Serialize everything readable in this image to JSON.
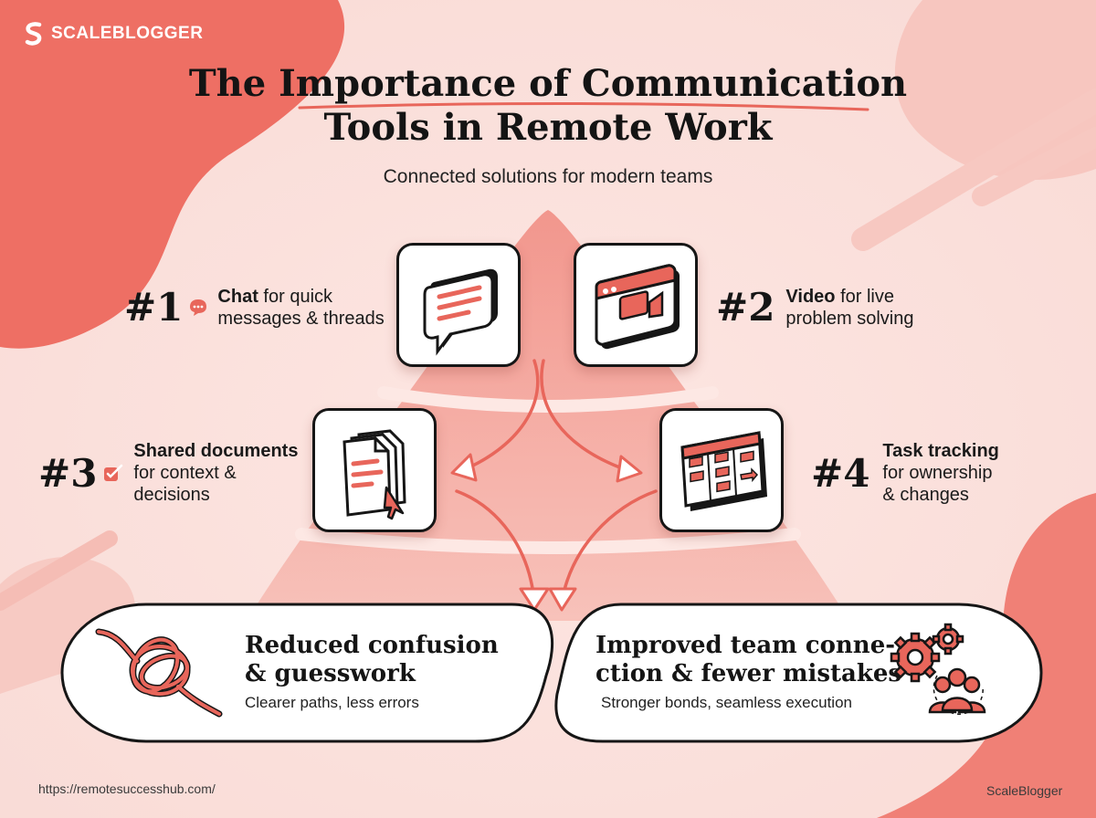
{
  "brand": {
    "name": "SCALEBLOGGER"
  },
  "title": {
    "line1": "The Importance of Communication",
    "line2": "Tools in Remote Work"
  },
  "subtitle": "Connected solutions for modern teams",
  "tools": [
    {
      "number": "#1",
      "bold": "Chat",
      "text_line1": " for quick",
      "text_line2": "messages & threads",
      "icon": "chat-bubble-icon"
    },
    {
      "number": "#2",
      "bold": "Video",
      "text_line1": " for live",
      "text_line2": "problem solving",
      "icon": "video-camera-icon"
    },
    {
      "number": "#3",
      "bold": "Shared documents",
      "text_line1": "for context &",
      "text_line2": "decisions",
      "icon": "documents-icon"
    },
    {
      "number": "#4",
      "bold": "Task tracking",
      "text_line1": "for ownership",
      "text_line2": "& changes",
      "icon": "kanban-board-icon"
    }
  ],
  "outcomes": [
    {
      "title_line1": "Reduced confusion",
      "title_line2": "& guesswork",
      "subtitle": "Clearer paths, less errors",
      "icon": "tangled-knot-icon"
    },
    {
      "title_line1": "Improved team conne-",
      "title_line2": "ction & fewer mistakes",
      "subtitle": "Stronger bonds, seamless execution",
      "icon": "gears-team-icon"
    }
  ],
  "footer": {
    "url": "https://remotesuccesshub.com/",
    "brand": "ScaleBlogger"
  },
  "colors": {
    "accent": "#e8665b",
    "accent_light": "#f4a59c",
    "background": "#fcefec",
    "ink": "#161616"
  }
}
